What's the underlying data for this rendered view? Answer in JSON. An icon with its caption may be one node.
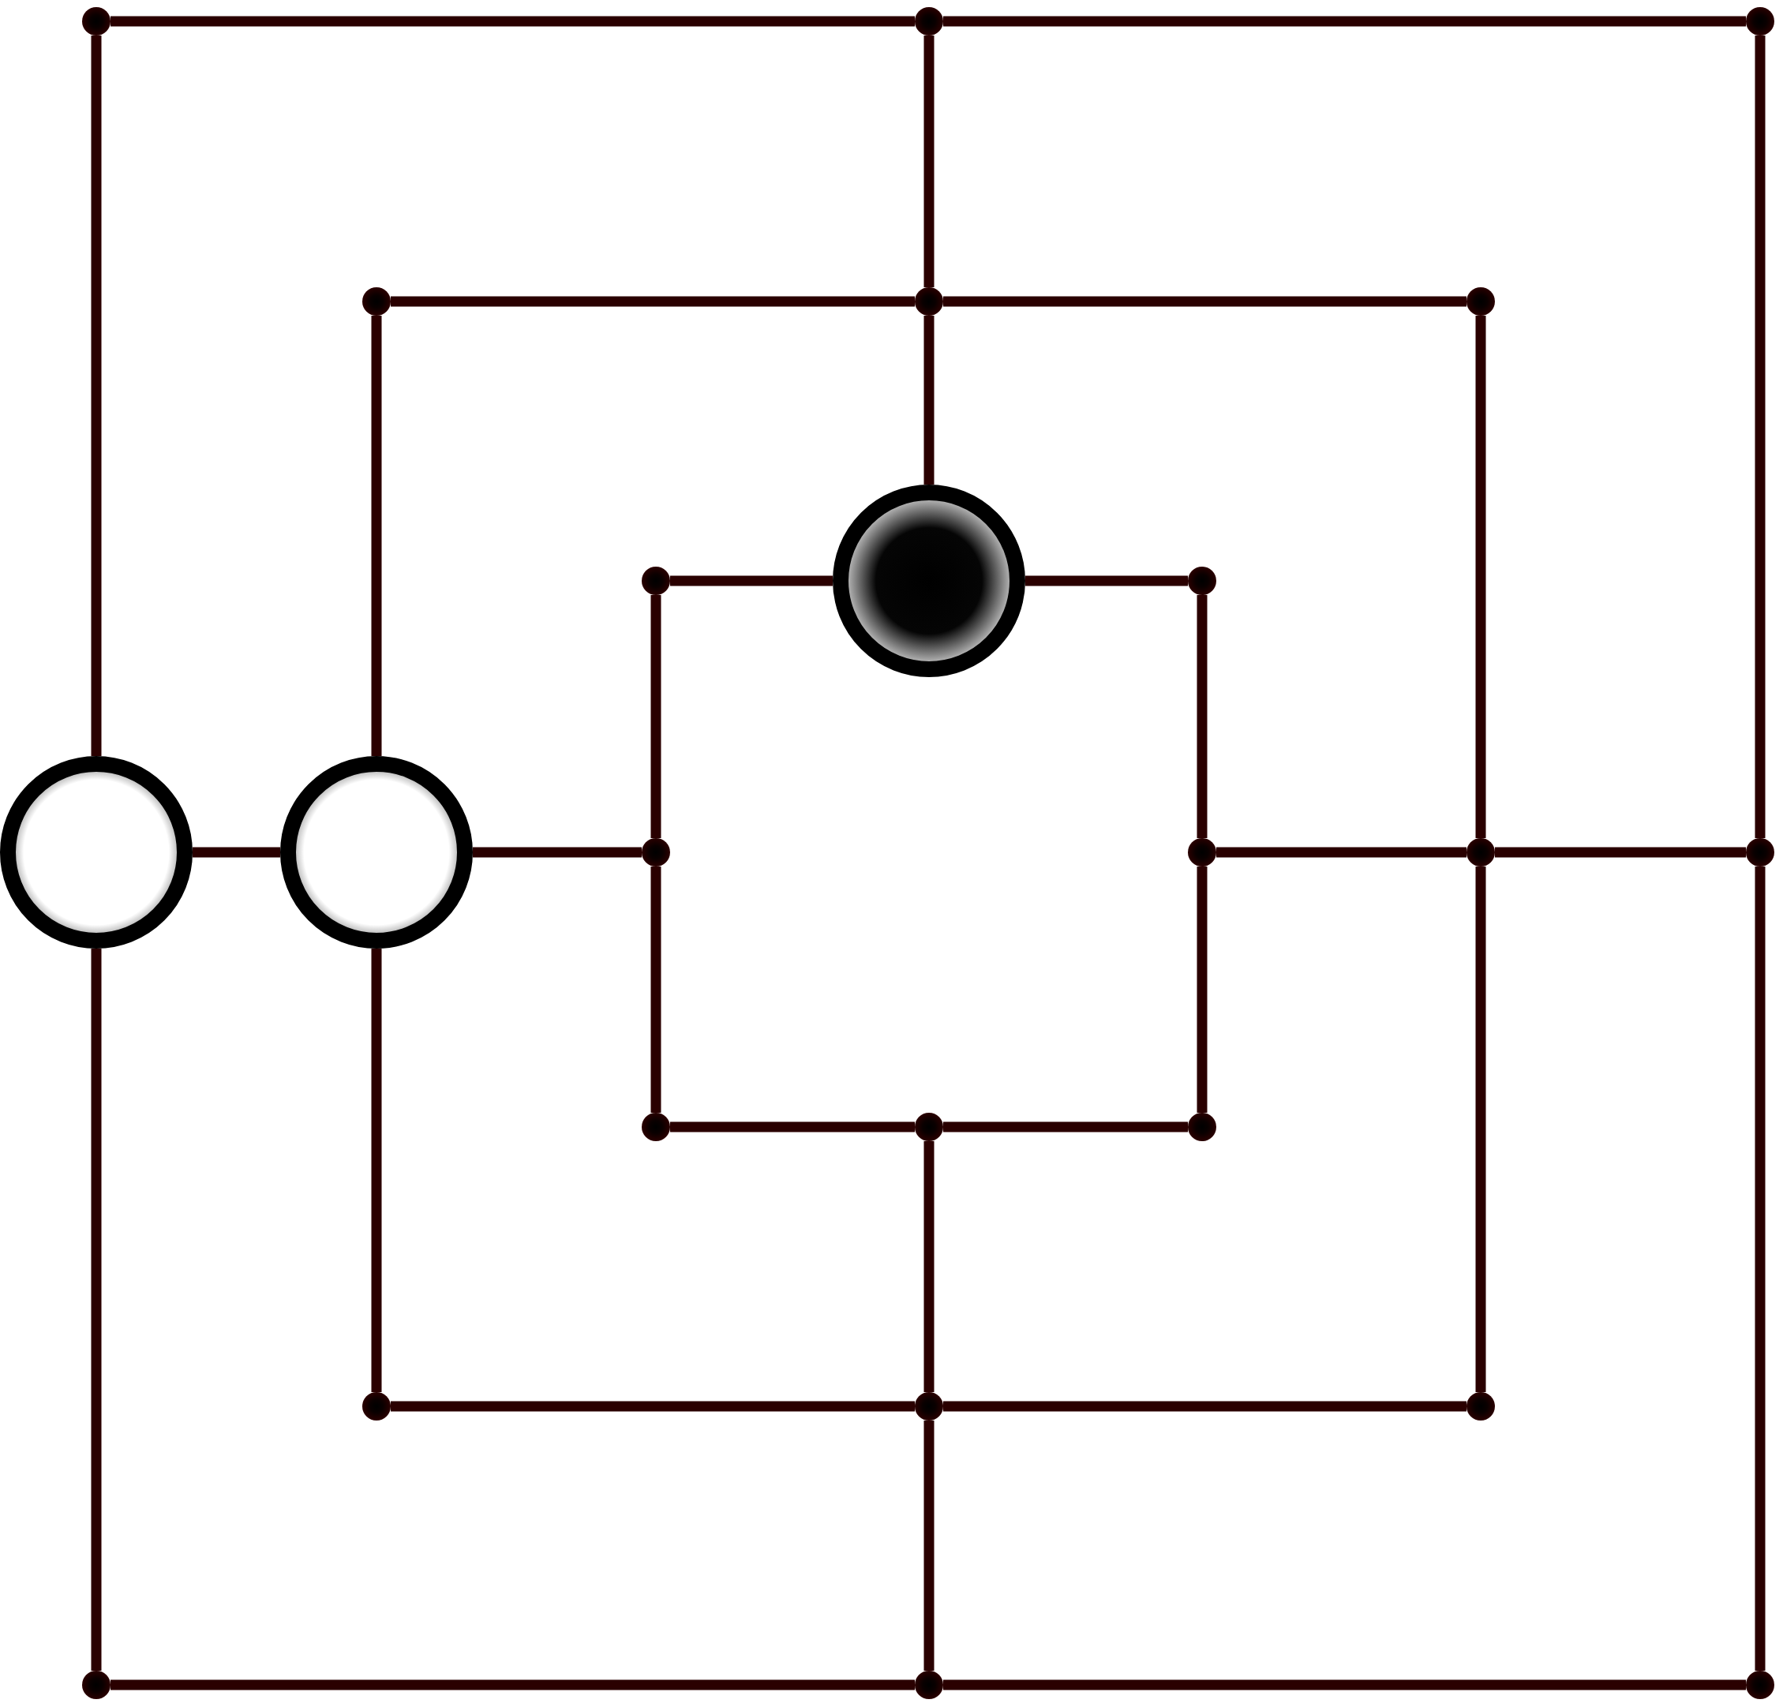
{
  "diagram": {
    "nodes": [
      {
        "text": [],
        "shape": "circle"
      },
      {
        "text": [],
        "shape": "circle"
      },
      {
        "text": [],
        "shape": "circle"
      },
      {
        "text": [],
        "shape": "circle"
      },
      {
        "text": [],
        "shape": "circle"
      },
      {
        "text": [],
        "shape": "circle"
      },
      {
        "text": [],
        "shape": "circle"
      },
      {
        "text": [],
        "shape": "circle"
      },
      {
        "text": [],
        "shape": "circle"
      },
      {
        "text": [],
        "shape": "circle"
      },
      {
        "text": [],
        "shape": "circle"
      },
      {
        "text": [],
        "shape": "circle"
      },
      {
        "text": [],
        "shape": "circle"
      },
      {
        "text": [],
        "shape": "circle"
      },
      {
        "text": [],
        "shape": "circle"
      },
      {
        "text": [],
        "shape": "circle"
      },
      {
        "text": [],
        "shape": "circle"
      },
      {
        "text": [],
        "shape": "circle"
      },
      {
        "text": [],
        "shape": "circle"
      },
      {
        "text": [],
        "shape": "circle"
      },
      {
        "text": [],
        "shape": "circle"
      },
      {
        "text": [],
        "shape": "circle"
      },
      {
        "text": [],
        "shape": "circle"
      },
      {
        "text": [],
        "shape": "circle"
      }
    ],
    "edges": [
      {
        "from": 0,
        "to": 1,
        "arrow": "none"
      },
      {
        "from": 1,
        "to": 2,
        "arrow": "none"
      },
      {
        "from": 3,
        "to": 4,
        "arrow": "none"
      },
      {
        "from": 4,
        "to": 5,
        "arrow": "none"
      },
      {
        "from": 6,
        "to": 7,
        "arrow": "none"
      },
      {
        "from": 7,
        "to": 8,
        "arrow": "none"
      },
      {
        "from": 9,
        "to": 10,
        "arrow": "none"
      },
      {
        "from": 10,
        "to": 11,
        "arrow": "none"
      },
      {
        "from": 12,
        "to": 13,
        "arrow": "none"
      },
      {
        "from": 13,
        "to": 14,
        "arrow": "none"
      },
      {
        "from": 15,
        "to": 16,
        "arrow": "none"
      },
      {
        "from": 16,
        "to": 17,
        "arrow": "none"
      },
      {
        "from": 18,
        "to": 19,
        "arrow": "none"
      },
      {
        "from": 19,
        "to": 20,
        "arrow": "none"
      },
      {
        "from": 21,
        "to": 22,
        "arrow": "none"
      },
      {
        "from": 22,
        "to": 23,
        "arrow": "none"
      },
      {
        "from": 0,
        "to": 9,
        "arrow": "none"
      },
      {
        "from": 9,
        "to": 21,
        "arrow": "none"
      },
      {
        "from": 3,
        "to": 10,
        "arrow": "none"
      },
      {
        "from": 10,
        "to": 18,
        "arrow": "none"
      },
      {
        "from": 6,
        "to": 11,
        "arrow": "none"
      },
      {
        "from": 11,
        "to": 15,
        "arrow": "none"
      },
      {
        "from": 1,
        "to": 4,
        "arrow": "none"
      },
      {
        "from": 4,
        "to": 7,
        "arrow": "none"
      },
      {
        "from": 16,
        "to": 19,
        "arrow": "none"
      },
      {
        "from": 19,
        "to": 22,
        "arrow": "none"
      },
      {
        "from": 8,
        "to": 12,
        "arrow": "none"
      },
      {
        "from": 12,
        "to": 17,
        "arrow": "none"
      },
      {
        "from": 5,
        "to": 13,
        "arrow": "none"
      },
      {
        "from": 13,
        "to": 20,
        "arrow": "none"
      },
      {
        "from": 2,
        "to": 14,
        "arrow": "none"
      },
      {
        "from": 14,
        "to": 23,
        "arrow": "none"
      }
    ]
  }
}
